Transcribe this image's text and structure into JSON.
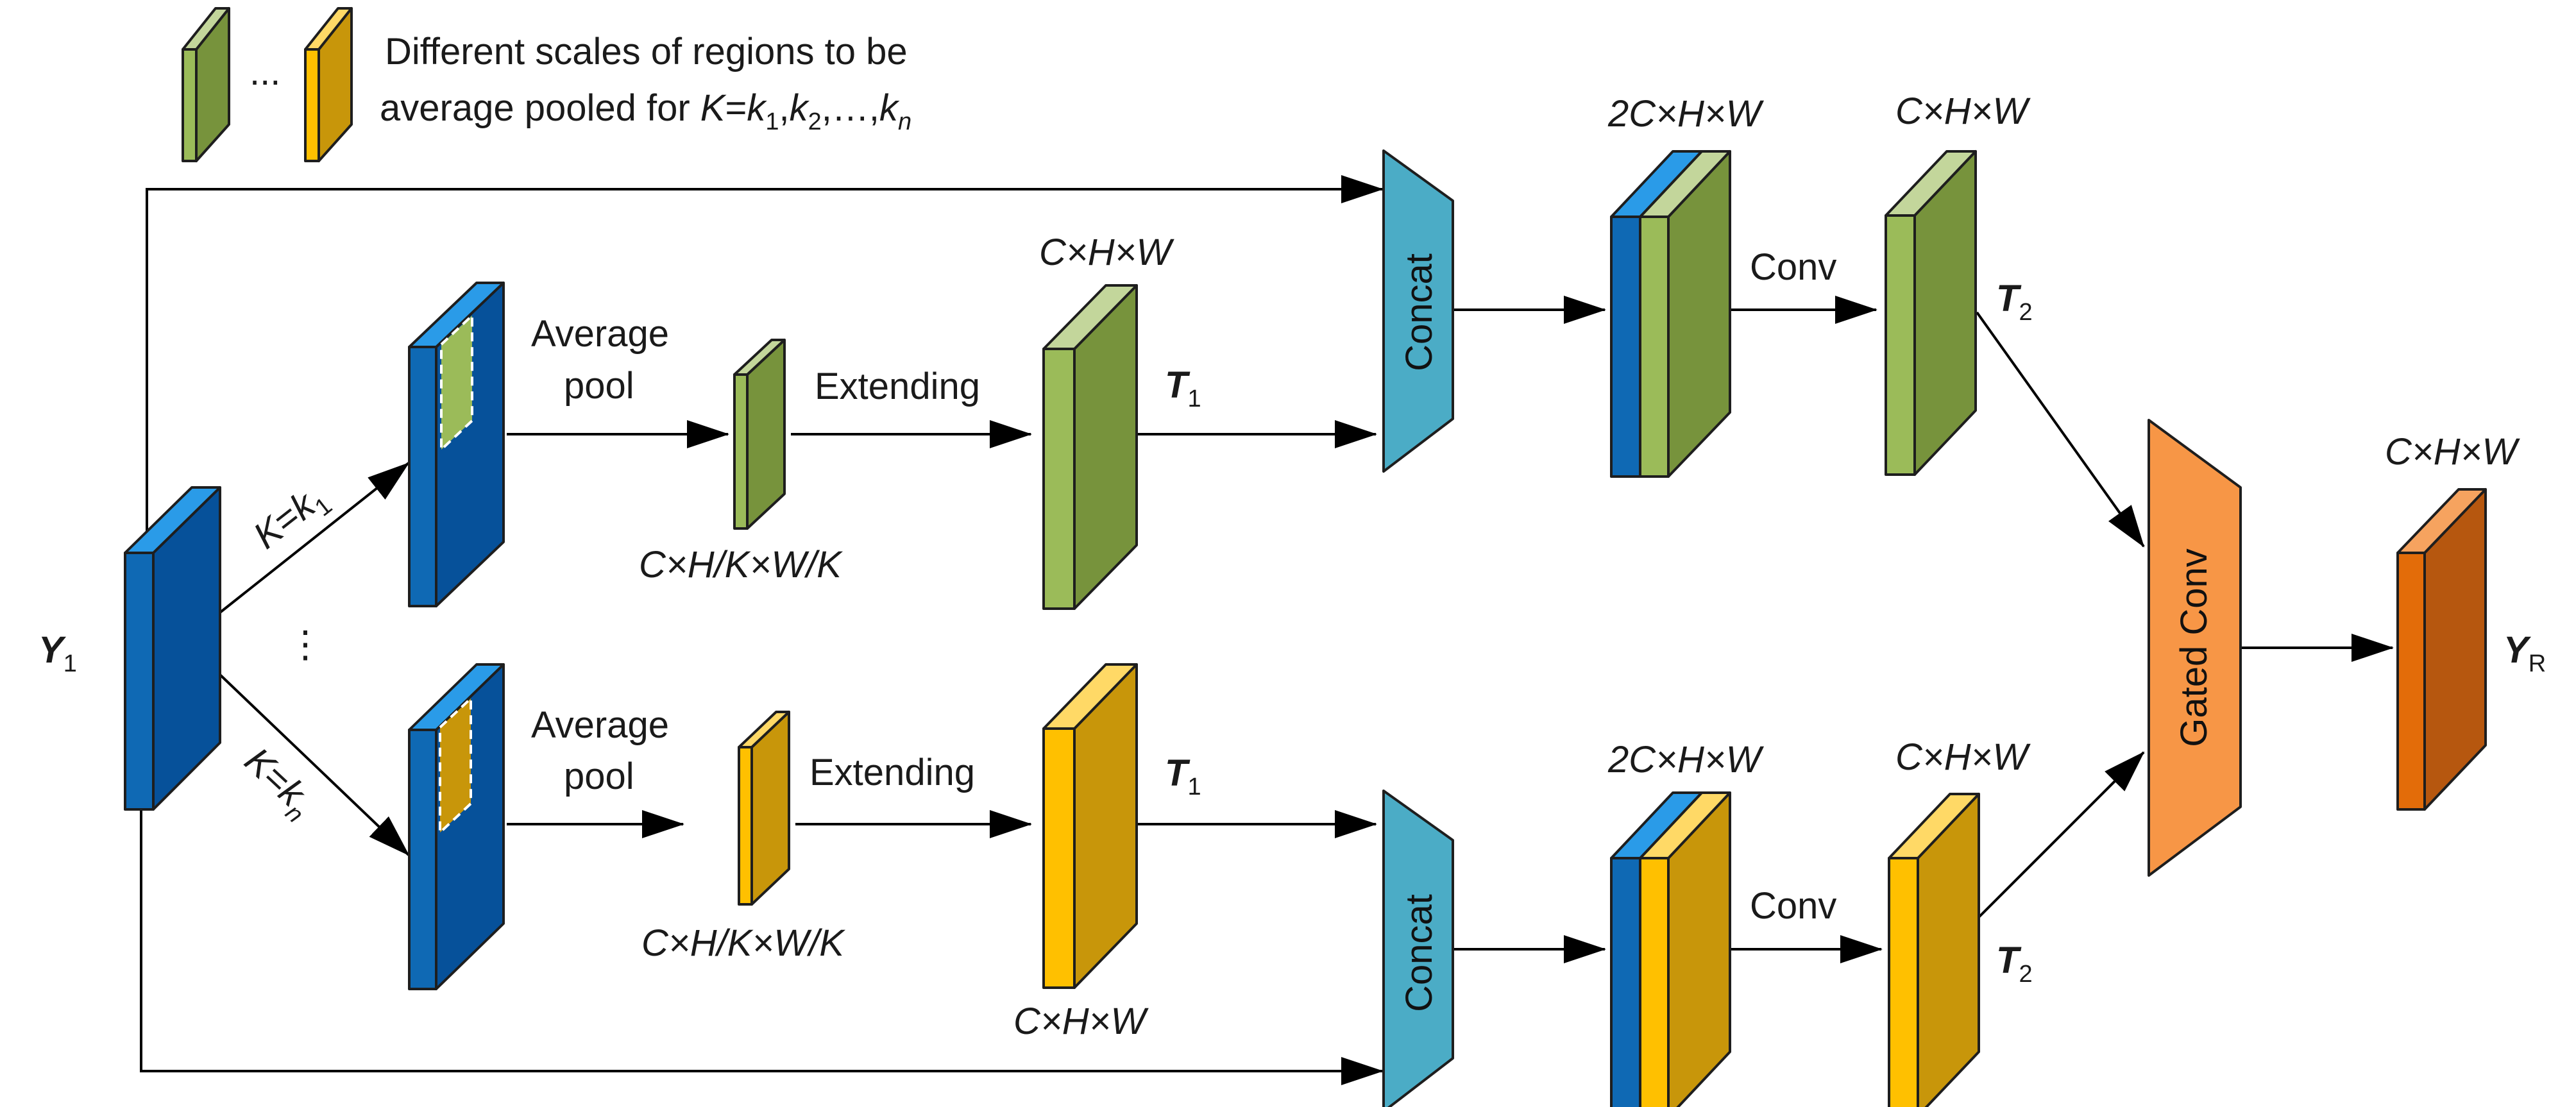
{
  "colors": {
    "blue_front": "#0f69b4",
    "blue_side": "#06519a",
    "blue_top": "#2a9be8",
    "green_front": "#9bbb59",
    "green_side": "#77933c",
    "green_top": "#c3d69b",
    "gold_front": "#ffc000",
    "gold_side": "#c8960a",
    "gold_top": "#ffd966",
    "teal_concat": "#4bacc6",
    "orange_gated": "#f79646",
    "orange_front": "#e36c09",
    "orange_side": "#b6570f",
    "orange_top": "#f6a35f"
  },
  "legend": {
    "ellipsis": "...",
    "line1": "Different scales of regions to be",
    "line2_prefix": "average pooled for ",
    "K": "K",
    "eq": "=",
    "k": "k",
    "sub1": "1",
    "sub2": "2",
    "subn": "n",
    "sep": ",",
    "dots": "…"
  },
  "input": {
    "symbol": "Y",
    "subscript": "1"
  },
  "branch_labels": {
    "top": {
      "K": "K",
      "eq": "=",
      "k": "k",
      "sub": "1"
    },
    "vertical_dots": "⋮",
    "bottom": {
      "K": "K",
      "eq": "=",
      "k": "k",
      "sub": "n"
    }
  },
  "ops": {
    "average": "Average",
    "pool": "pool",
    "extending": "Extending",
    "conv": "Conv",
    "concat": "Concat",
    "gated_conv": "Gated Conv"
  },
  "dims": {
    "C": "C",
    "H": "H",
    "W": "W",
    "K": "K",
    "two": "2",
    "times": "×",
    "slash": "/"
  },
  "tensors": {
    "T": "T",
    "sub1": "1",
    "sub2": "2",
    "Y": "Y",
    "subR": "R"
  }
}
